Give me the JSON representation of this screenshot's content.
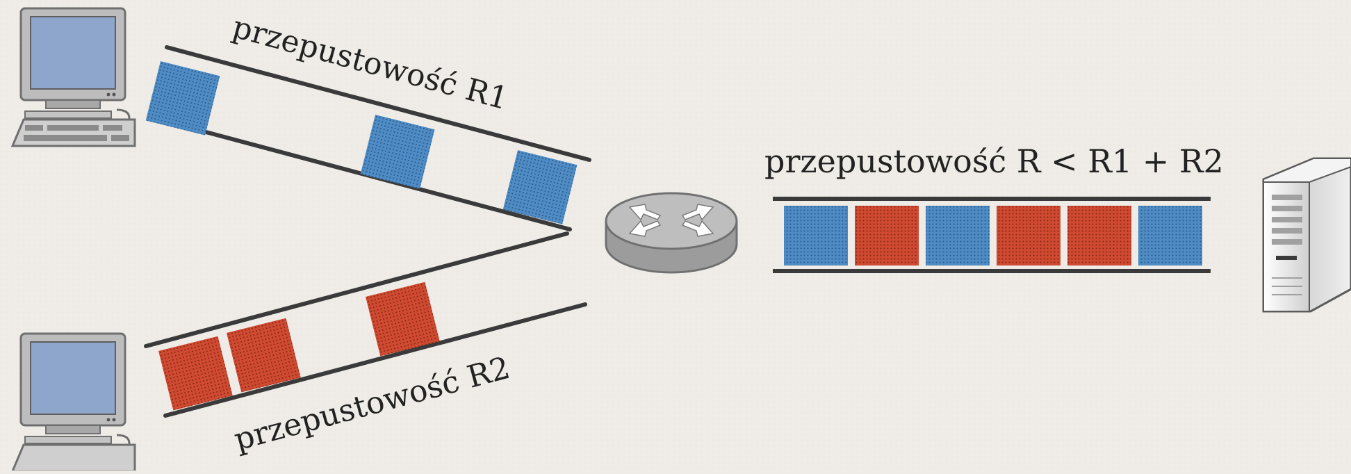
{
  "labels": {
    "link_r1": "przepustowość R1",
    "link_r2": "przepustowość R2",
    "link_out": "przepustowość R < R1 + R2"
  },
  "devices": {
    "top_computer": "computer-icon",
    "bottom_computer": "computer-icon",
    "router": "router-icon",
    "server": "server-icon"
  },
  "packet_colors": {
    "blue": "#4f8cc4",
    "red": "#c9402b"
  },
  "links": {
    "r1_packets": [
      "blue",
      "blue",
      "blue"
    ],
    "r2_packets": [
      "red",
      "red",
      "red"
    ],
    "out_packets": [
      "blue",
      "red",
      "blue",
      "red",
      "red",
      "blue"
    ]
  }
}
